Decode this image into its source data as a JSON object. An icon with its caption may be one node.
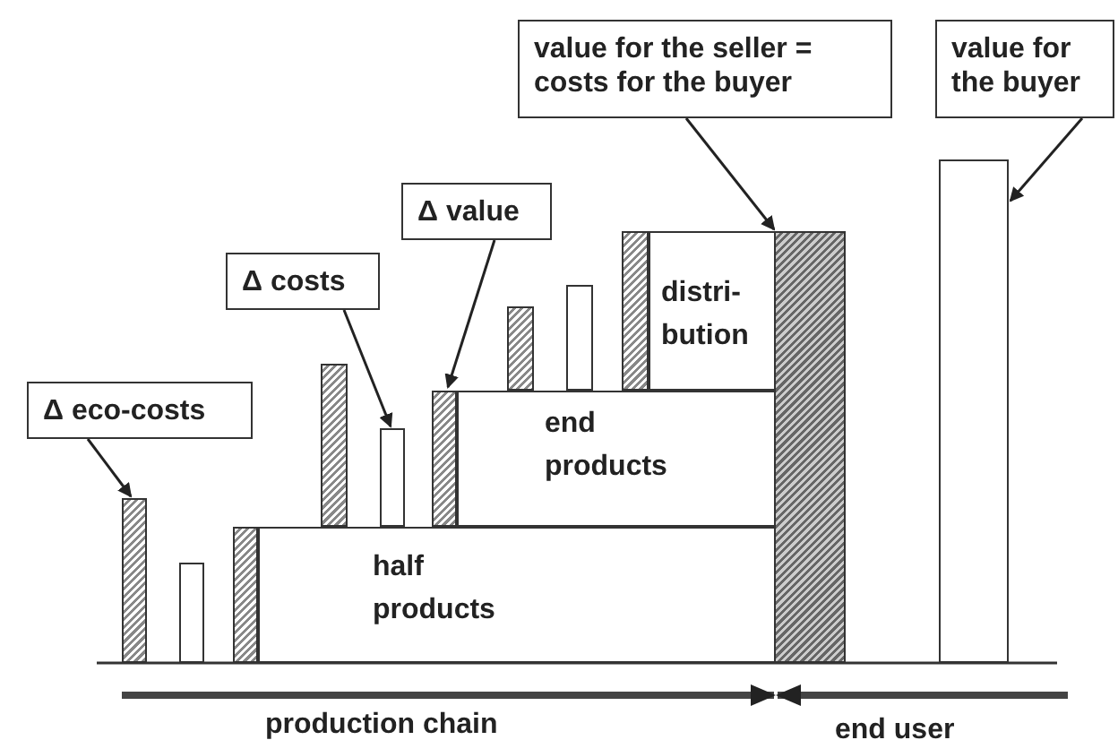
{
  "diagram": {
    "nodes": [
      {
        "text": [
          "Δ eco-costs"
        ]
      },
      {
        "text": [
          "Δ costs"
        ]
      },
      {
        "text": [
          "Δ value"
        ]
      },
      {
        "text": [
          "value for the seller = costs for the buyer"
        ]
      },
      {
        "text": [
          "value for the buyer"
        ]
      },
      {
        "text": [],
        "shape": "bar"
      },
      {
        "text": [],
        "shape": "bar"
      },
      {
        "text": [],
        "shape": "bar"
      },
      {
        "text": [
          "half products"
        ]
      },
      {
        "text": [],
        "shape": "bar"
      },
      {
        "text": [],
        "shape": "bar"
      },
      {
        "text": [],
        "shape": "bar"
      },
      {
        "text": [
          "end products"
        ]
      },
      {
        "text": [],
        "shape": "bar"
      },
      {
        "text": [],
        "shape": "bar"
      },
      {
        "text": [],
        "shape": "bar"
      },
      {
        "text": [
          "distri- bution"
        ]
      },
      {
        "text": [],
        "shape": "bar"
      },
      {
        "text": [],
        "shape": "bar"
      }
    ],
    "edges": [
      {
        "from": 0,
        "to": 5,
        "arrow": "to"
      },
      {
        "from": 1,
        "to": 10,
        "arrow": "to"
      },
      {
        "from": 2,
        "to": 11,
        "arrow": "to"
      },
      {
        "from": 3,
        "to": 17,
        "arrow": "to"
      },
      {
        "from": 4,
        "to": 18,
        "arrow": "to"
      }
    ],
    "labels": [
      "production chain",
      "end user"
    ]
  }
}
